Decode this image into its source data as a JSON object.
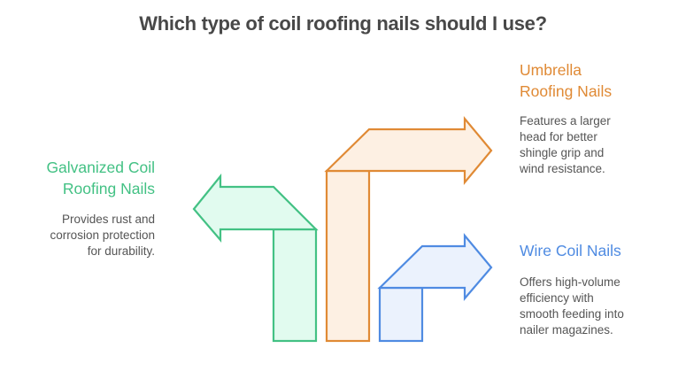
{
  "title": "Which type of coil roofing nails should I use?",
  "options": [
    {
      "id": "galvanized",
      "heading_lines": [
        "Galvanized Coil",
        "Roofing Nails"
      ],
      "description_lines": [
        "Provides rust and",
        "corrosion protection",
        "for durability."
      ],
      "color": "#43c184",
      "fill": "#e1fbef",
      "direction": "left"
    },
    {
      "id": "umbrella",
      "heading_lines": [
        "Umbrella",
        "Roofing Nails"
      ],
      "description_lines": [
        "Features a larger",
        "head for better",
        "shingle grip and",
        "wind resistance."
      ],
      "color": "#e08a35",
      "fill": "#fdf0e3",
      "direction": "right"
    },
    {
      "id": "wire",
      "heading_lines": [
        "Wire Coil Nails"
      ],
      "description_lines": [
        "Offers high-volume",
        "efficiency with",
        "smooth feeding into",
        "nailer magazines."
      ],
      "color": "#4f8be2",
      "fill": "#ebf2fd",
      "direction": "right"
    }
  ]
}
